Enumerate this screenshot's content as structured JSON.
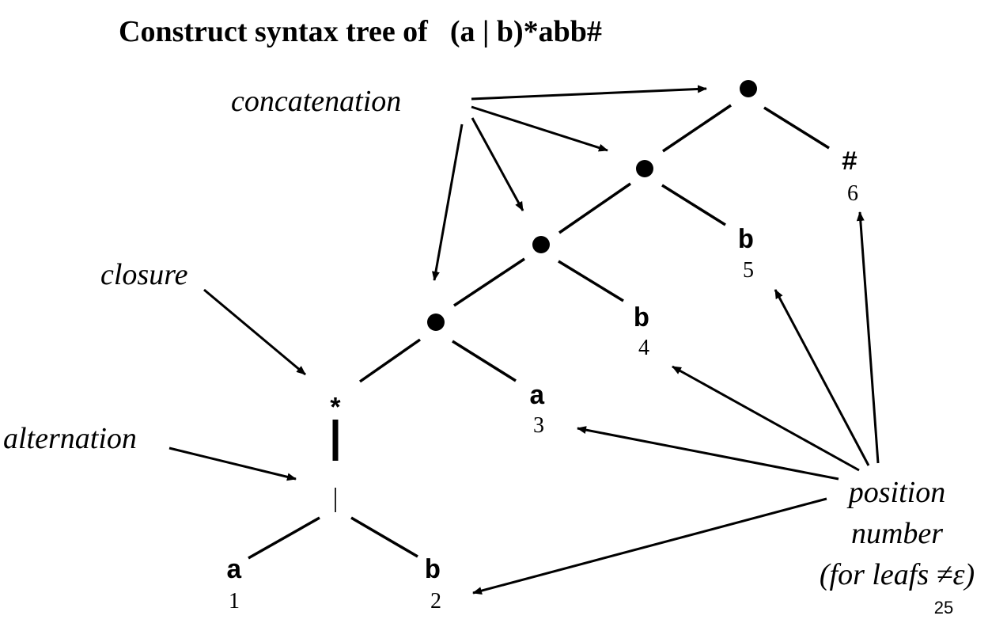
{
  "title": {
    "prefix": "Construct syntax tree of",
    "expression": "(a | b)*abb#"
  },
  "labels": {
    "concatenation": "concatenation",
    "closure": "closure",
    "alternation": "alternation",
    "position_line1": "position",
    "position_line2": "number",
    "position_line3": "(for leafs ≠ε)"
  },
  "nodes": {
    "star": "*",
    "alternation": "|",
    "leaf_a1": {
      "symbol": "a",
      "position": "1"
    },
    "leaf_b2": {
      "symbol": "b",
      "position": "2"
    },
    "leaf_a3": {
      "symbol": "a",
      "position": "3"
    },
    "leaf_b4": {
      "symbol": "b",
      "position": "4"
    },
    "leaf_b5": {
      "symbol": "b",
      "position": "5"
    },
    "leaf_hash6": {
      "symbol": "#",
      "position": "6"
    }
  },
  "page_number": "25"
}
